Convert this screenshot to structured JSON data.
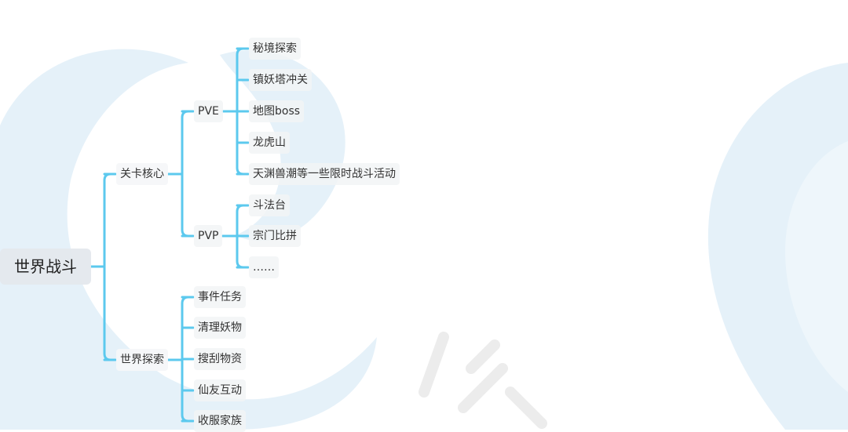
{
  "accent_color": "#5cc9ee",
  "watermark_color": "#e4f1fa",
  "mindmap": {
    "root": {
      "label": "世界战斗"
    },
    "branches": [
      {
        "label": "关卡核心",
        "children": [
          {
            "label": "PVE",
            "children": [
              "秘境探索",
              "镇妖塔冲关",
              "地图boss",
              "龙虎山",
              "天渊兽潮等一些限时战斗活动"
            ]
          },
          {
            "label": "PVP",
            "children": [
              "斗法台",
              "宗门比拼",
              "……"
            ]
          }
        ]
      },
      {
        "label": "世界探索",
        "children": [
          "事件任务",
          "清理妖物",
          "搜刮物资",
          "仙友互动",
          "收服家族"
        ]
      }
    ]
  }
}
